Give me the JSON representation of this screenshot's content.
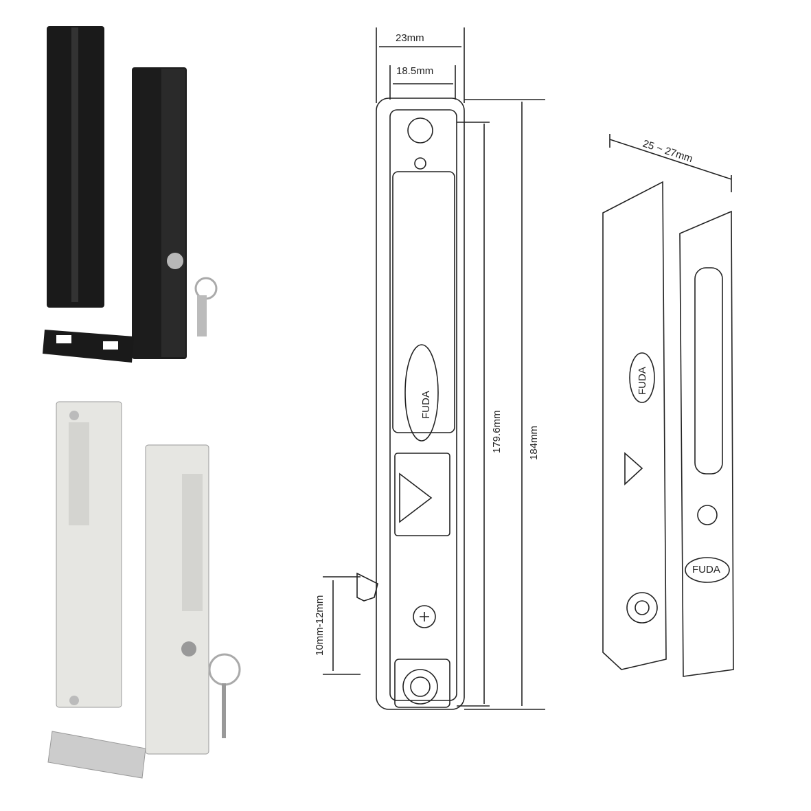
{
  "brand": "FUDA",
  "dimensions": {
    "width_outer": "23mm",
    "width_inner": "18.5mm",
    "height_inner": "179.6mm",
    "height_outer": "184mm",
    "latch_travel": "10mm-12mm",
    "depth": "25 ~ 27mm"
  },
  "colors": {
    "black_finish": "#1a1a1a",
    "white_finish": "#e6e6e2",
    "line": "#222222"
  }
}
